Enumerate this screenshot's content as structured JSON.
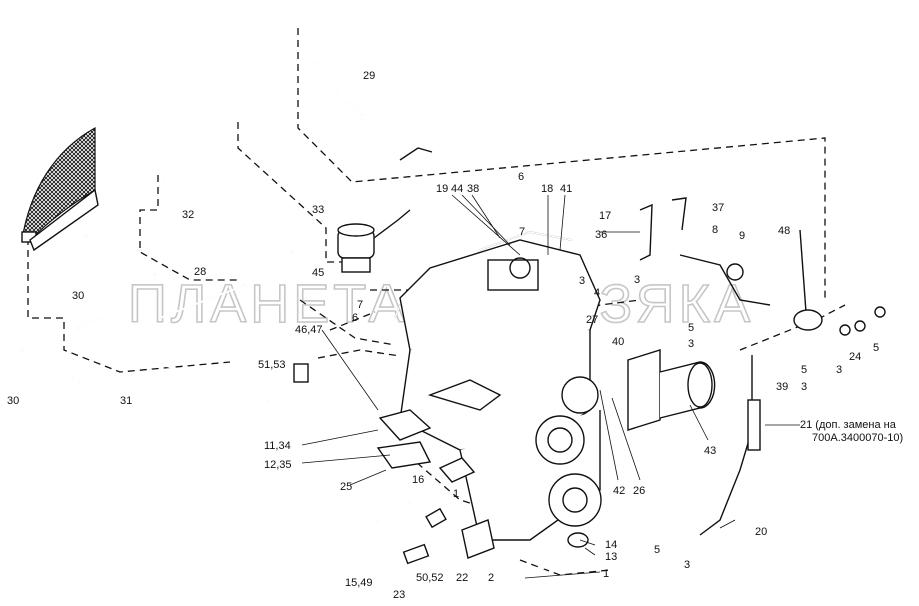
{
  "watermark": "ПЛАНЕТА ЖЕЛЕЗЯКА",
  "callouts": {
    "c29": "29",
    "c32": "32",
    "c33": "33",
    "c45": "45",
    "c28": "28",
    "c30a": "30",
    "c30b": "30",
    "c31": "31",
    "c19": "19",
    "c44": "44",
    "c38": "38",
    "c6a": "6",
    "c18": "18",
    "c41": "41",
    "c17": "17",
    "c7a": "7",
    "c36": "36",
    "c37": "37",
    "c8": "8",
    "c9": "9",
    "c48": "48",
    "c3a": "3",
    "c3b": "3",
    "c4": "4",
    "c27": "27",
    "c40": "40",
    "c5a": "5",
    "c3c": "3",
    "c7b": "7",
    "c6b": "6",
    "c4647": "46,47",
    "c5153": "51,53",
    "c1134": "11,34",
    "c1235": "12,35",
    "c25": "25",
    "c16": "16",
    "c1a": "1",
    "c42": "42",
    "c26": "26",
    "c43": "43",
    "c3d": "3",
    "c24": "24",
    "c5b": "5",
    "c5c": "5",
    "c3e": "3",
    "c39": "39",
    "c21a": "21 (доп. замена на",
    "c21b": "700А.3400070-10)",
    "c20": "20",
    "c5d": "5",
    "c3f": "3",
    "c14": "14",
    "c13": "13",
    "c1b": "1",
    "c2": "2",
    "c22": "22",
    "c5052": "50,52",
    "c23": "23",
    "c1549": "15,49"
  }
}
